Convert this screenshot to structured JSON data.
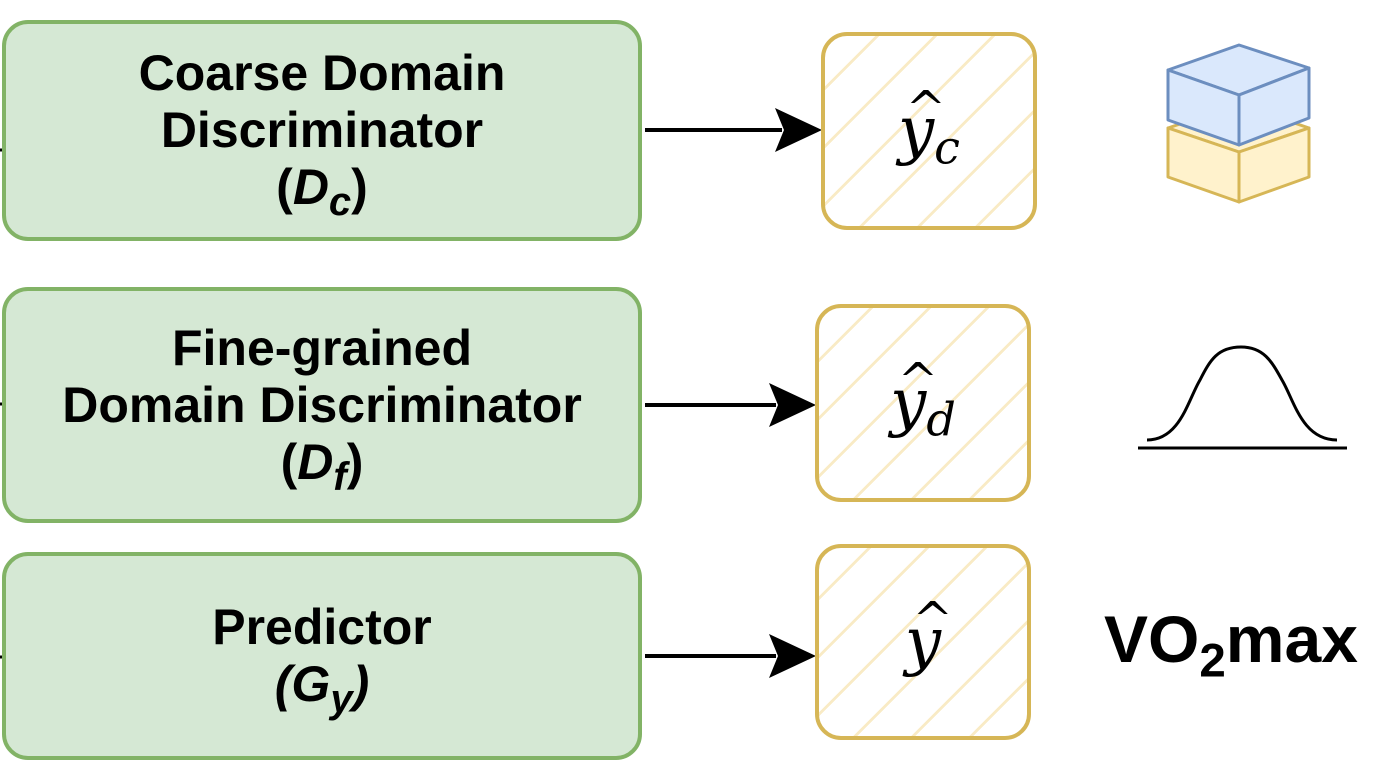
{
  "modules": {
    "coarse": {
      "line1": "Coarse Domain",
      "line2": "Discriminator",
      "symbol_main": "D",
      "symbol_sub": "c"
    },
    "fine": {
      "line1": "Fine-grained",
      "line2": "Domain Discriminator",
      "symbol_main": "D",
      "symbol_sub": "f"
    },
    "predictor": {
      "line1": "Predictor",
      "symbol_main": "G",
      "symbol_sub": "y"
    }
  },
  "outputs": {
    "coarse": {
      "var": "y",
      "hat": "^",
      "sub": "c"
    },
    "fine": {
      "var": "y",
      "hat": "^",
      "sub": "d"
    },
    "predictor": {
      "var": "y",
      "hat": "^"
    }
  },
  "icons": {
    "coarse": "stacked-boxes-icon",
    "fine": "bell-curve-icon"
  },
  "vo2": {
    "prefix": "VO",
    "sub": "2",
    "suffix": "max"
  },
  "colors": {
    "module_fill": "#d5e8d4",
    "module_border": "#82b366",
    "output_border": "#d6b656",
    "box_blue_fill": "#dae8fc",
    "box_blue_stroke": "#6c8ebf",
    "box_yellow_fill": "#fff2cc",
    "box_yellow_stroke": "#d6b656"
  }
}
